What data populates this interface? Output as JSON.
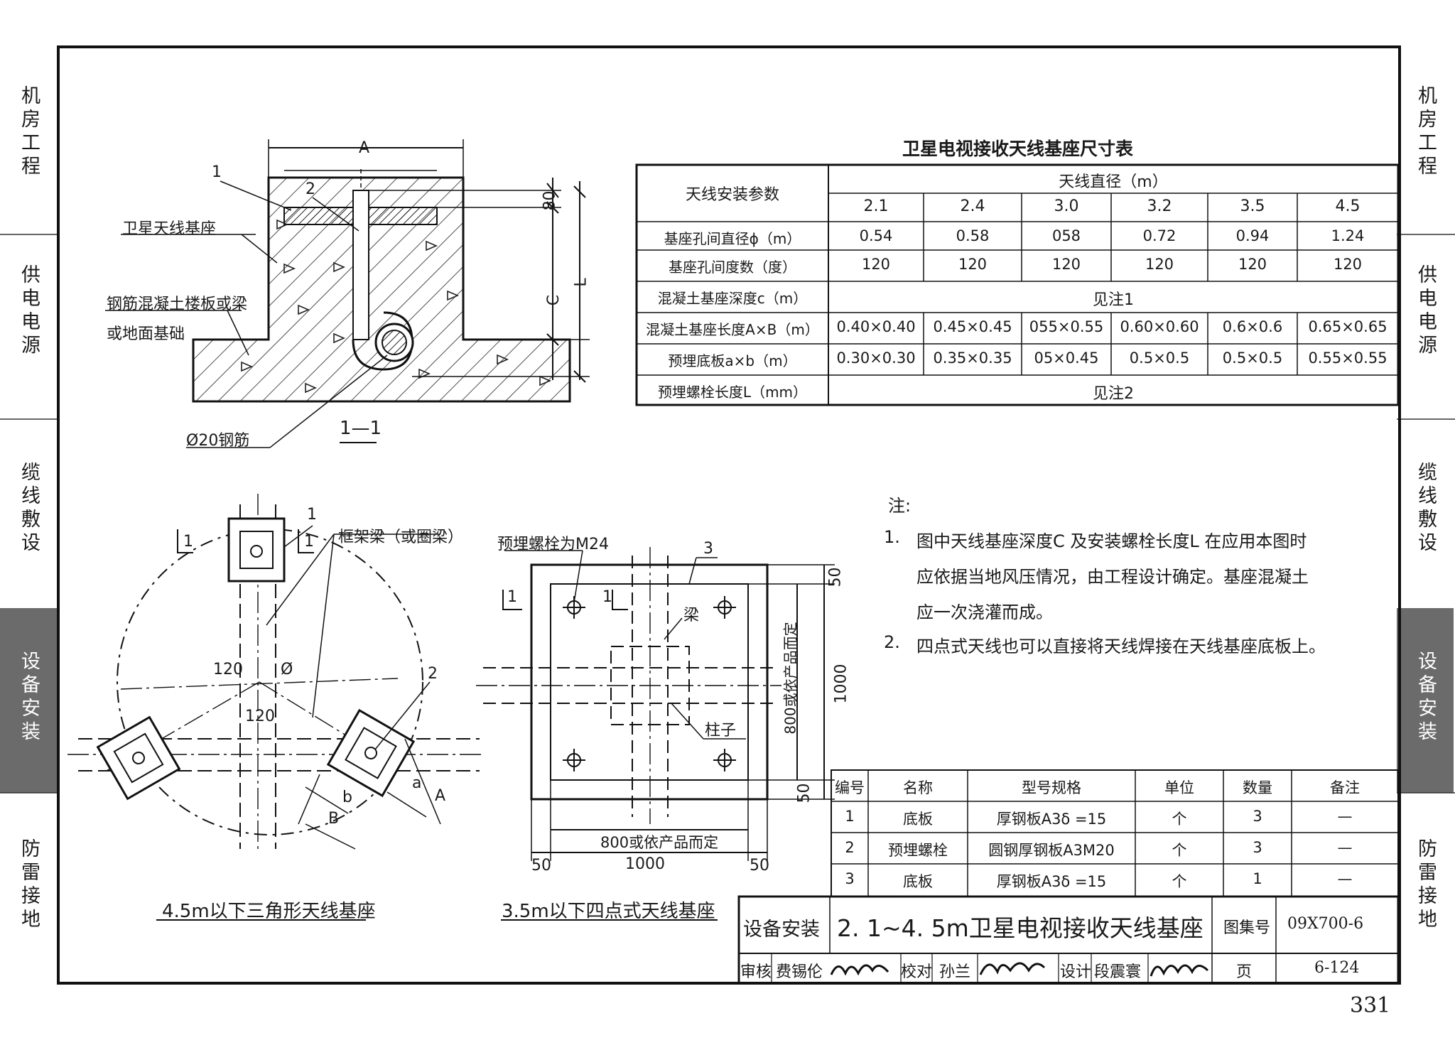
{
  "side_tabs": {
    "left": [
      {
        "label": "机房工程",
        "active": false
      },
      {
        "label": "供电电源",
        "active": false
      },
      {
        "label": "缆线敷设",
        "active": false
      },
      {
        "label": "设备安装",
        "active": true
      },
      {
        "label": "防雷接地",
        "active": false
      }
    ],
    "right": [
      {
        "label": "机房工程",
        "active": false
      },
      {
        "label": "供电电源",
        "active": false
      },
      {
        "label": "缆线敷设",
        "active": false
      },
      {
        "label": "设备安装",
        "active": true
      },
      {
        "label": "防雷接地",
        "active": false
      }
    ]
  },
  "section": {
    "dim_A": "A",
    "dim_80": "80",
    "dim_C": "C",
    "dim_L": "L",
    "callout_1": "1",
    "callout_2": "2",
    "label_base": "卫星天线基座",
    "label_slab_line1": "钢筋混凝土楼板或梁",
    "label_slab_line2": "或地面基础",
    "label_rebar": "Ø20钢筋",
    "title": "1—1"
  },
  "triangle": {
    "callout_1": "1",
    "callout_2": "2",
    "label_beam": "框架梁（或圈梁）",
    "section_mark": "1",
    "angle1": "120",
    "angle2": "120",
    "phi": "Ø",
    "dim_a": "a",
    "dim_b": "b",
    "dim_A": "A",
    "dim_B": "B",
    "title": "4.5m以下三角形天线基座"
  },
  "four_point": {
    "label_bolt": "预埋螺栓为M24",
    "callout_1": "1",
    "callout_3": "3",
    "section_mark": "1",
    "label_beam": "梁",
    "label_column": "柱子",
    "dim_50_top": "50",
    "dim_800_v": "800或依产品而定",
    "dim_1000_v": "1000",
    "dim_50_bottom": "50",
    "dim_800_h": "800或依产品而定",
    "dim_50_left": "50",
    "dim_1000_h": "1000",
    "dim_50_right": "50",
    "title": "3.5m以下四点式天线基座"
  },
  "size_table": {
    "title": "卫星电视接收天线基座尺寸表",
    "param_header": "天线安装参数",
    "diameter_header": "天线直径（m）",
    "diameters": [
      "2.1",
      "2.4",
      "3.0",
      "3.2",
      "3.5",
      "4.5"
    ],
    "rows": [
      {
        "label": "基座孔间直径ϕ（m）",
        "values": [
          "0.54",
          "0.58",
          "058",
          "0.72",
          "0.94",
          "1.24"
        ]
      },
      {
        "label": "基座孔间度数（度）",
        "values": [
          "120",
          "120",
          "120",
          "120",
          "120",
          "120"
        ]
      },
      {
        "label": "混凝土基座深度c（m）",
        "merged": "见注1"
      },
      {
        "label": "混凝土基座长度A×B（m）",
        "values": [
          "0.40×0.40",
          "0.45×0.45",
          "055×0.55",
          "0.60×0.60",
          "0.6×0.6",
          "0.65×0.65"
        ]
      },
      {
        "label": "预埋底板a×b（m）",
        "values": [
          "0.30×0.30",
          "0.35×0.35",
          "05×0.45",
          "0.5×0.5",
          "0.5×0.5",
          "0.55×0.55"
        ]
      },
      {
        "label": "预埋螺栓长度L（mm）",
        "merged": "见注2"
      }
    ]
  },
  "notes": {
    "title": "注:",
    "n1_num": "1.",
    "n1_line1": "图中天线基座深度C 及安装螺栓长度L 在应用本图时",
    "n1_line2": "应依据当地风压情况，由工程设计确定。基座混凝土",
    "n1_line3": "应一次浇灌而成。",
    "n2_num": "2.",
    "n2_line1": "四点式天线也可以直接将天线焊接在天线基座底板上。"
  },
  "materials": {
    "headers": [
      "编号",
      "名称",
      "型号规格",
      "单位",
      "数量",
      "备注"
    ],
    "rows": [
      [
        "1",
        "底板",
        "厚钢板A3δ =15",
        "个",
        "3",
        "—"
      ],
      [
        "2",
        "预埋螺栓",
        "圆钢厚钢板A3M20",
        "个",
        "3",
        "—"
      ],
      [
        "3",
        "底板",
        "厚钢板A3δ =15",
        "个",
        "1",
        "—"
      ]
    ]
  },
  "title_block": {
    "category": "设备安装",
    "title": "2. 1~4. 5m卫星电视接收天线基座",
    "atlas_label": "图集号",
    "atlas_no": "09X700-6",
    "review_label": "审核",
    "reviewer": "费锡伦",
    "check_label": "校对",
    "checker": "孙兰",
    "design_label": "设计",
    "designer": "段震寰",
    "page_label": "页",
    "page_no": "6-124"
  },
  "page_number": "331"
}
